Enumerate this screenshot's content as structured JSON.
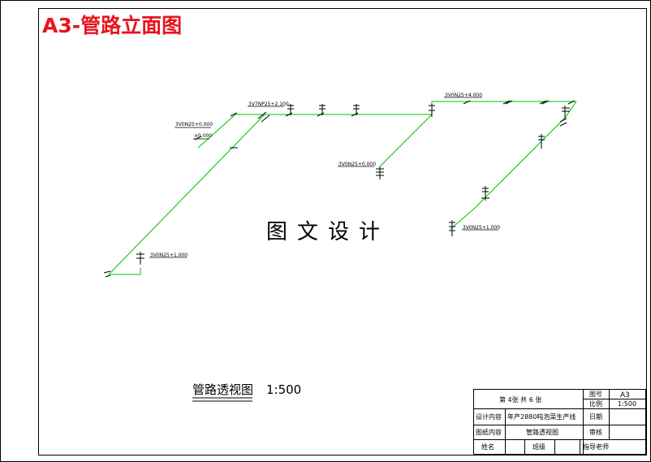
{
  "sheet_title": "A3-管路立面图",
  "watermark": "图文设计",
  "caption": {
    "title": "管路透视图",
    "scale": "1:500"
  },
  "pipe_labels": [
    "3V0N25+0.000",
    "3V7NP25+2.100",
    "3V0N25+4.000",
    "3V0N25+0.000",
    "3V0N25+1.000",
    "3V0N25+1.000"
  ],
  "small_label": "±0.000",
  "title_block": {
    "sheet_info": "第 4张    共 6 张",
    "drawing_no_label": "图号",
    "drawing_no": "A3",
    "scale_label": "比例",
    "scale": "1:500",
    "design_content_label": "设计内容",
    "design_content": "年产2880吨泡菜生产线",
    "date_label": "日期",
    "drawing_content_label": "图纸内容",
    "drawing_content": "管路透视图",
    "review_label": "审核",
    "name_label": "姓名",
    "class_label": "班级",
    "advisor_label": "指导老师"
  },
  "colors": {
    "pipe": "#00c000",
    "title": "#e8141c",
    "ink": "#000000"
  }
}
